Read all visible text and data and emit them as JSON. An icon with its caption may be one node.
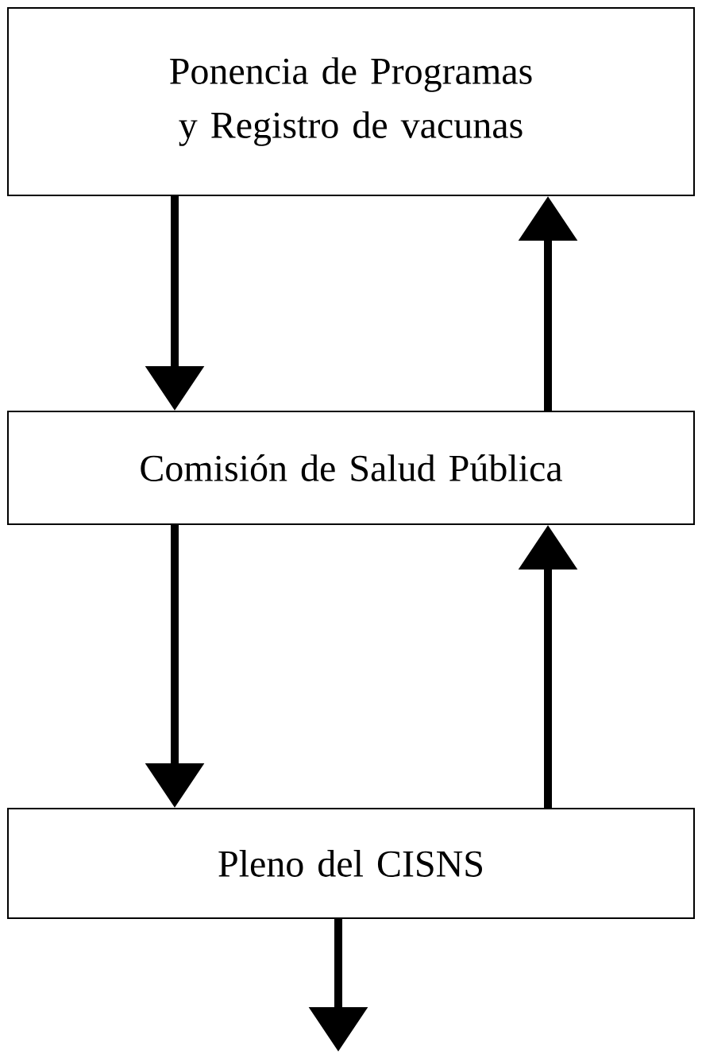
{
  "diagram": {
    "nodes": [
      {
        "text": [
          "Ponencia de Programas y Registro de vacunas"
        ]
      },
      {
        "text": [
          "Comisión de Salud Pública"
        ]
      },
      {
        "text": [
          "Pleno del CISNS"
        ]
      }
    ],
    "edges": [
      {
        "from": 0,
        "to": 1,
        "arrow": "to"
      },
      {
        "from": 1,
        "to": 0,
        "arrow": "to"
      },
      {
        "from": 1,
        "to": 2,
        "arrow": "to"
      },
      {
        "from": 2,
        "to": 1,
        "arrow": "to"
      },
      {
        "from": 2,
        "to": null,
        "arrow": "to"
      }
    ]
  }
}
